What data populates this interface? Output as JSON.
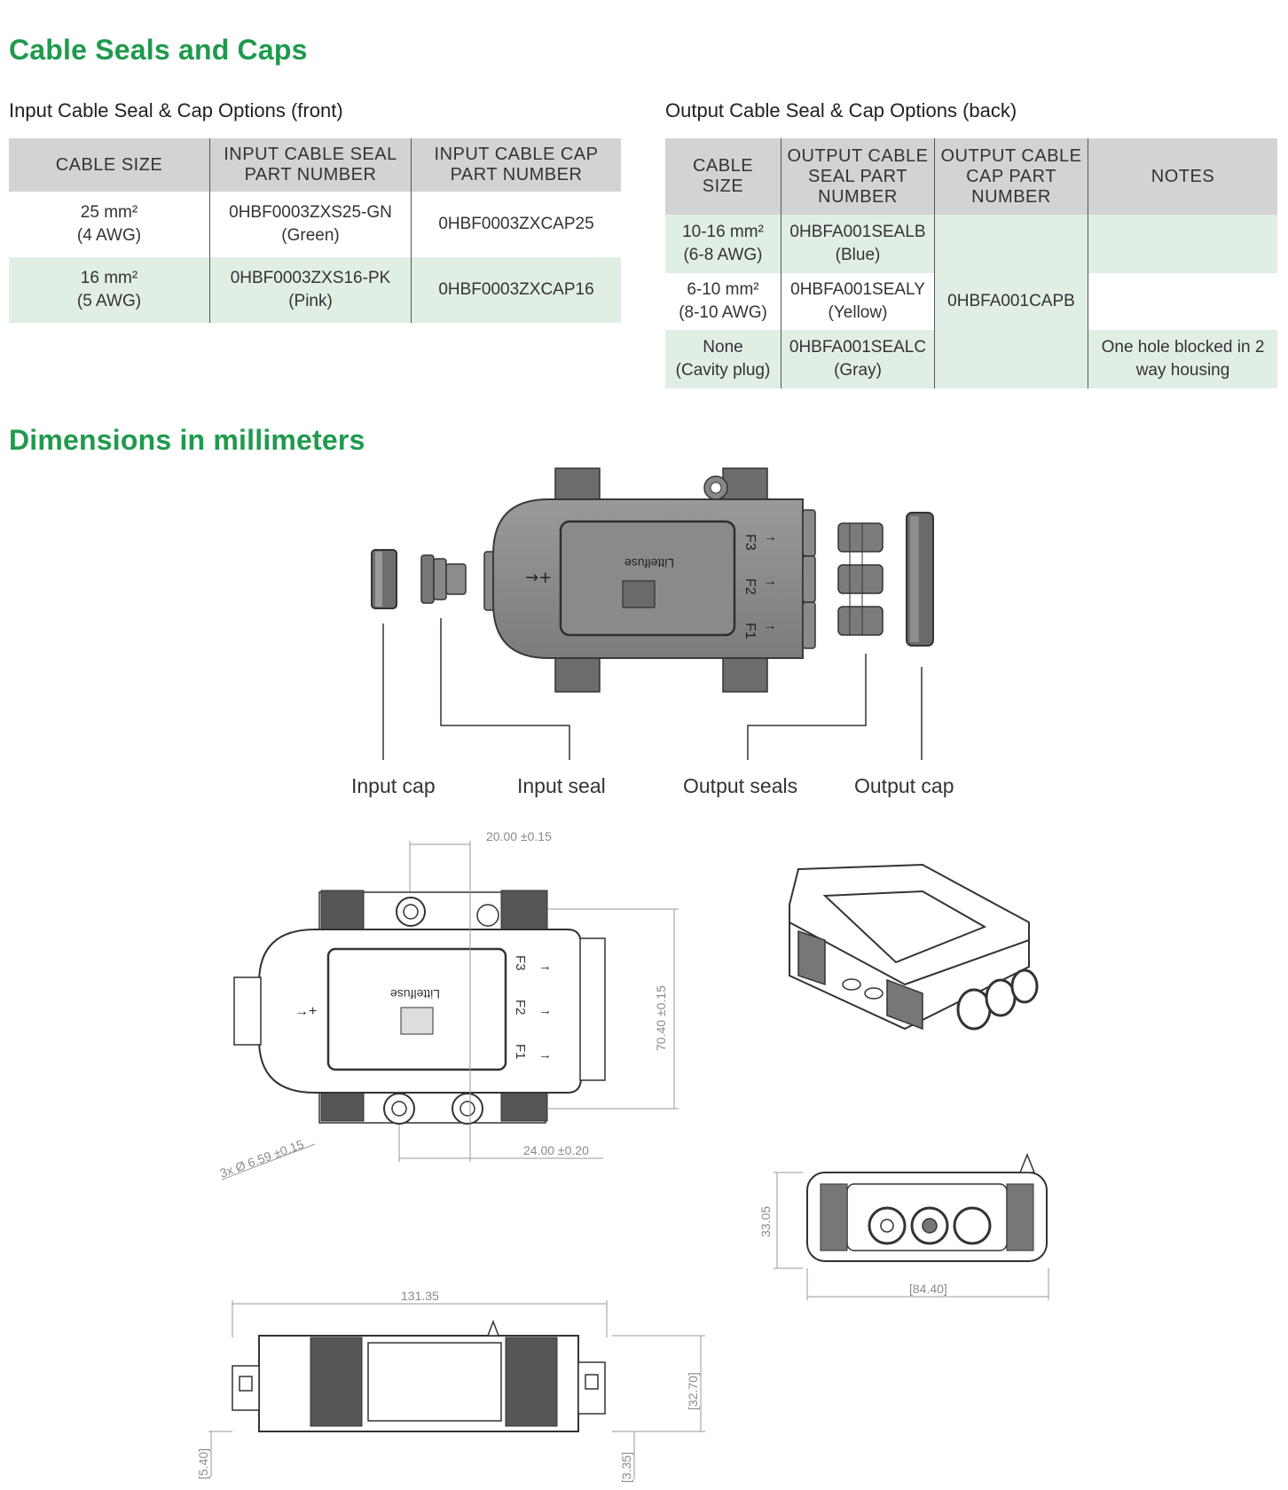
{
  "titles": {
    "seals": "Cable Seals and Caps",
    "dimensions": "Dimensions in millimeters"
  },
  "input_table": {
    "title": "Input Cable Seal & Cap Options (front)",
    "headers": [
      "CABLE SIZE",
      "INPUT CABLE SEAL PART NUMBER",
      "INPUT CABLE CAP PART NUMBER"
    ],
    "rows": [
      {
        "size": "25 mm²",
        "size_awg": "(4 AWG)",
        "seal": "0HBF0003ZXS25-GN",
        "seal_color": "(Green)",
        "cap": "0HBF0003ZXCAP25"
      },
      {
        "size": "16 mm²",
        "size_awg": "(5 AWG)",
        "seal": "0HBF0003ZXS16-PK",
        "seal_color": "(Pink)",
        "cap": "0HBF0003ZXCAP16"
      }
    ]
  },
  "output_table": {
    "title": "Output Cable Seal & Cap Options (back)",
    "headers": [
      "CABLE SIZE",
      "OUTPUT CABLE SEAL PART NUMBER",
      "OUTPUT CABLE CAP PART NUMBER",
      "NOTES"
    ],
    "cap": "0HBFA001CAPB",
    "rows": [
      {
        "size": "10-16 mm²",
        "size_awg": "(6-8 AWG)",
        "seal": "0HBFA001SEALB",
        "seal_color": "(Blue)",
        "notes": ""
      },
      {
        "size": "6-10 mm²",
        "size_awg": "(8-10 AWG)",
        "seal": "0HBFA001SEALY",
        "seal_color": "(Yellow)",
        "notes": ""
      },
      {
        "size": "None",
        "size_awg": "(Cavity plug)",
        "seal": "0HBFA001SEALC",
        "seal_color": "(Gray)",
        "notes": "One hole blocked in 2 way housing"
      }
    ]
  },
  "exploded_view": {
    "labels": {
      "input_cap": "Input cap",
      "input_seal": "Input seal",
      "output_seals": "Output seals",
      "output_cap": "Output cap"
    },
    "brand": "Littelfuse",
    "fuse_labels": [
      "F3",
      "F2",
      "F1"
    ]
  },
  "dimensions": {
    "top_width": "20.00 ±0.15",
    "right_height": "70.40 ±0.15",
    "bottom_width": "24.00 ±0.20",
    "hole_dia": "3x Ø 6.59 ±0.15",
    "end_height": "33.05",
    "end_width": "[84.40]",
    "side_length": "131.35",
    "side_height": "[32.70]",
    "side_left": "[5.40]",
    "side_right": "[3.35]"
  },
  "colors": {
    "heading_green": "#1f9a4d",
    "row_tint": "#e1eee4",
    "header_gray": "#d3d3d3",
    "housing_gray": "#8c8c8c"
  }
}
